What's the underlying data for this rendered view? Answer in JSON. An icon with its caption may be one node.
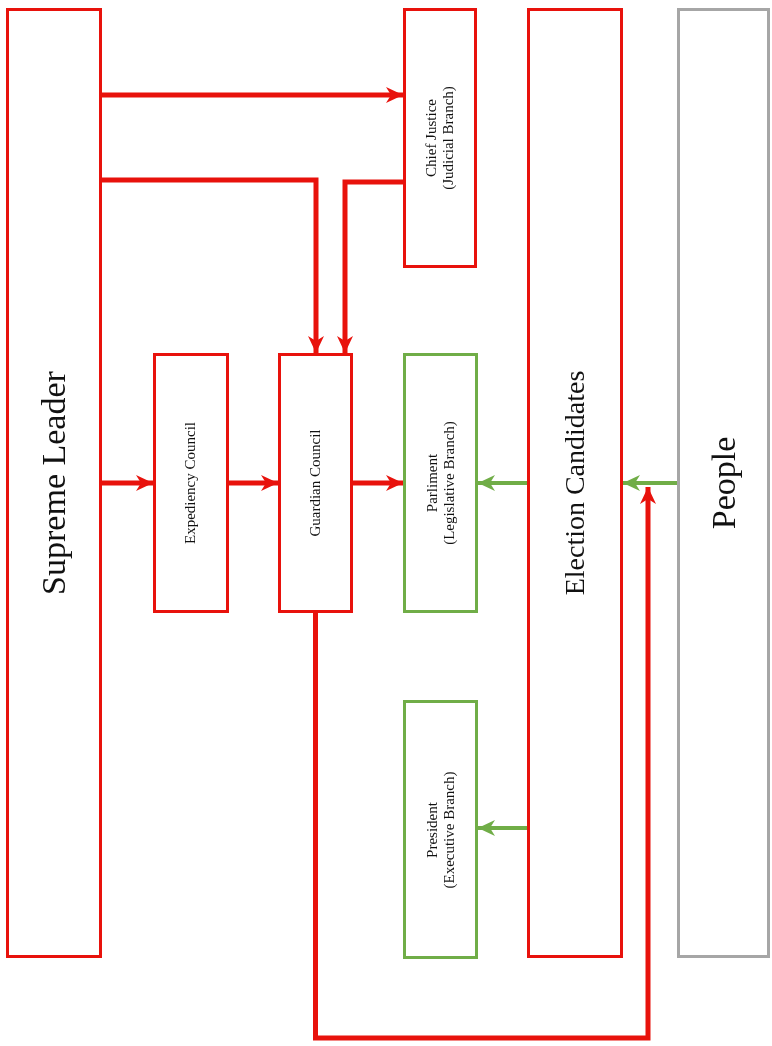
{
  "diagram": {
    "nodes": [
      {
        "text": [
          "Supreme Leader"
        ]
      },
      {
        "text": [
          "Chief Justice (Judicial Branch)"
        ]
      },
      {
        "text": [
          "Expediency Council"
        ]
      },
      {
        "text": [
          "Guardian Council"
        ]
      },
      {
        "text": [
          "Parliment (Legislative Branch)"
        ]
      },
      {
        "text": [
          "President (Executive Branch)"
        ]
      },
      {
        "text": [
          "Election Candidates"
        ]
      },
      {
        "text": [
          "People"
        ]
      }
    ],
    "edges": [
      {
        "from": 0,
        "to": 1,
        "arrow": "to"
      },
      {
        "from": 0,
        "to": 3,
        "arrow": "to"
      },
      {
        "from": 1,
        "to": 3,
        "arrow": "to"
      },
      {
        "from": 0,
        "to": 2,
        "arrow": "to"
      },
      {
        "from": 2,
        "to": 3,
        "arrow": "to"
      },
      {
        "from": 3,
        "to": 4,
        "arrow": "to"
      },
      {
        "from": 6,
        "to": 4,
        "arrow": "to",
        "color": "#70ad47"
      },
      {
        "from": 7,
        "to": 6,
        "arrow": "to",
        "color": "#70ad47"
      },
      {
        "from": 6,
        "to": 5,
        "arrow": "to",
        "color": "#70ad47"
      },
      {
        "from": 3,
        "to": 6,
        "arrow": "to"
      }
    ]
  }
}
